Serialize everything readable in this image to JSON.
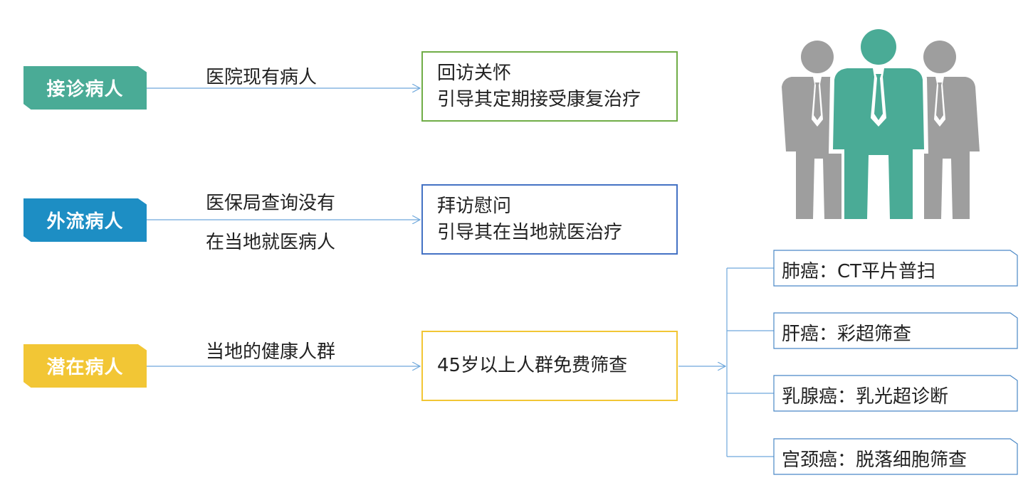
{
  "rows": [
    {
      "tag": "接诊病人",
      "tag_color": "#4aab96",
      "labels": [
        "医院现有病人"
      ],
      "target_lines": [
        "回访关怀",
        "引导其定期接受康复治疗"
      ],
      "target_border": "#70ad47"
    },
    {
      "tag": "外流病人",
      "tag_color": "#1d8ec4",
      "labels": [
        "医保局查询没有",
        "在当地就医病人"
      ],
      "target_lines": [
        "拜访慰问",
        "引导其在当地就医治疗"
      ],
      "target_border": "#4472c4"
    },
    {
      "tag": "潜在病人",
      "tag_color": "#f2c635",
      "labels": [
        "当地的健康人群"
      ],
      "target_lines": [
        "45岁以上人群免费筛查"
      ],
      "target_border": "#f2c635"
    }
  ],
  "screenings": [
    "肺癌：CT平片普扫",
    "肝癌：彩超筛查",
    "乳腺癌：乳光超诊断",
    "宫颈癌：脱落细胞筛查"
  ],
  "icons": {
    "people": "business-people-icon",
    "people_gray": "#9e9e9e",
    "people_accent": "#4aab96"
  },
  "line_color": "#6fa8dc"
}
